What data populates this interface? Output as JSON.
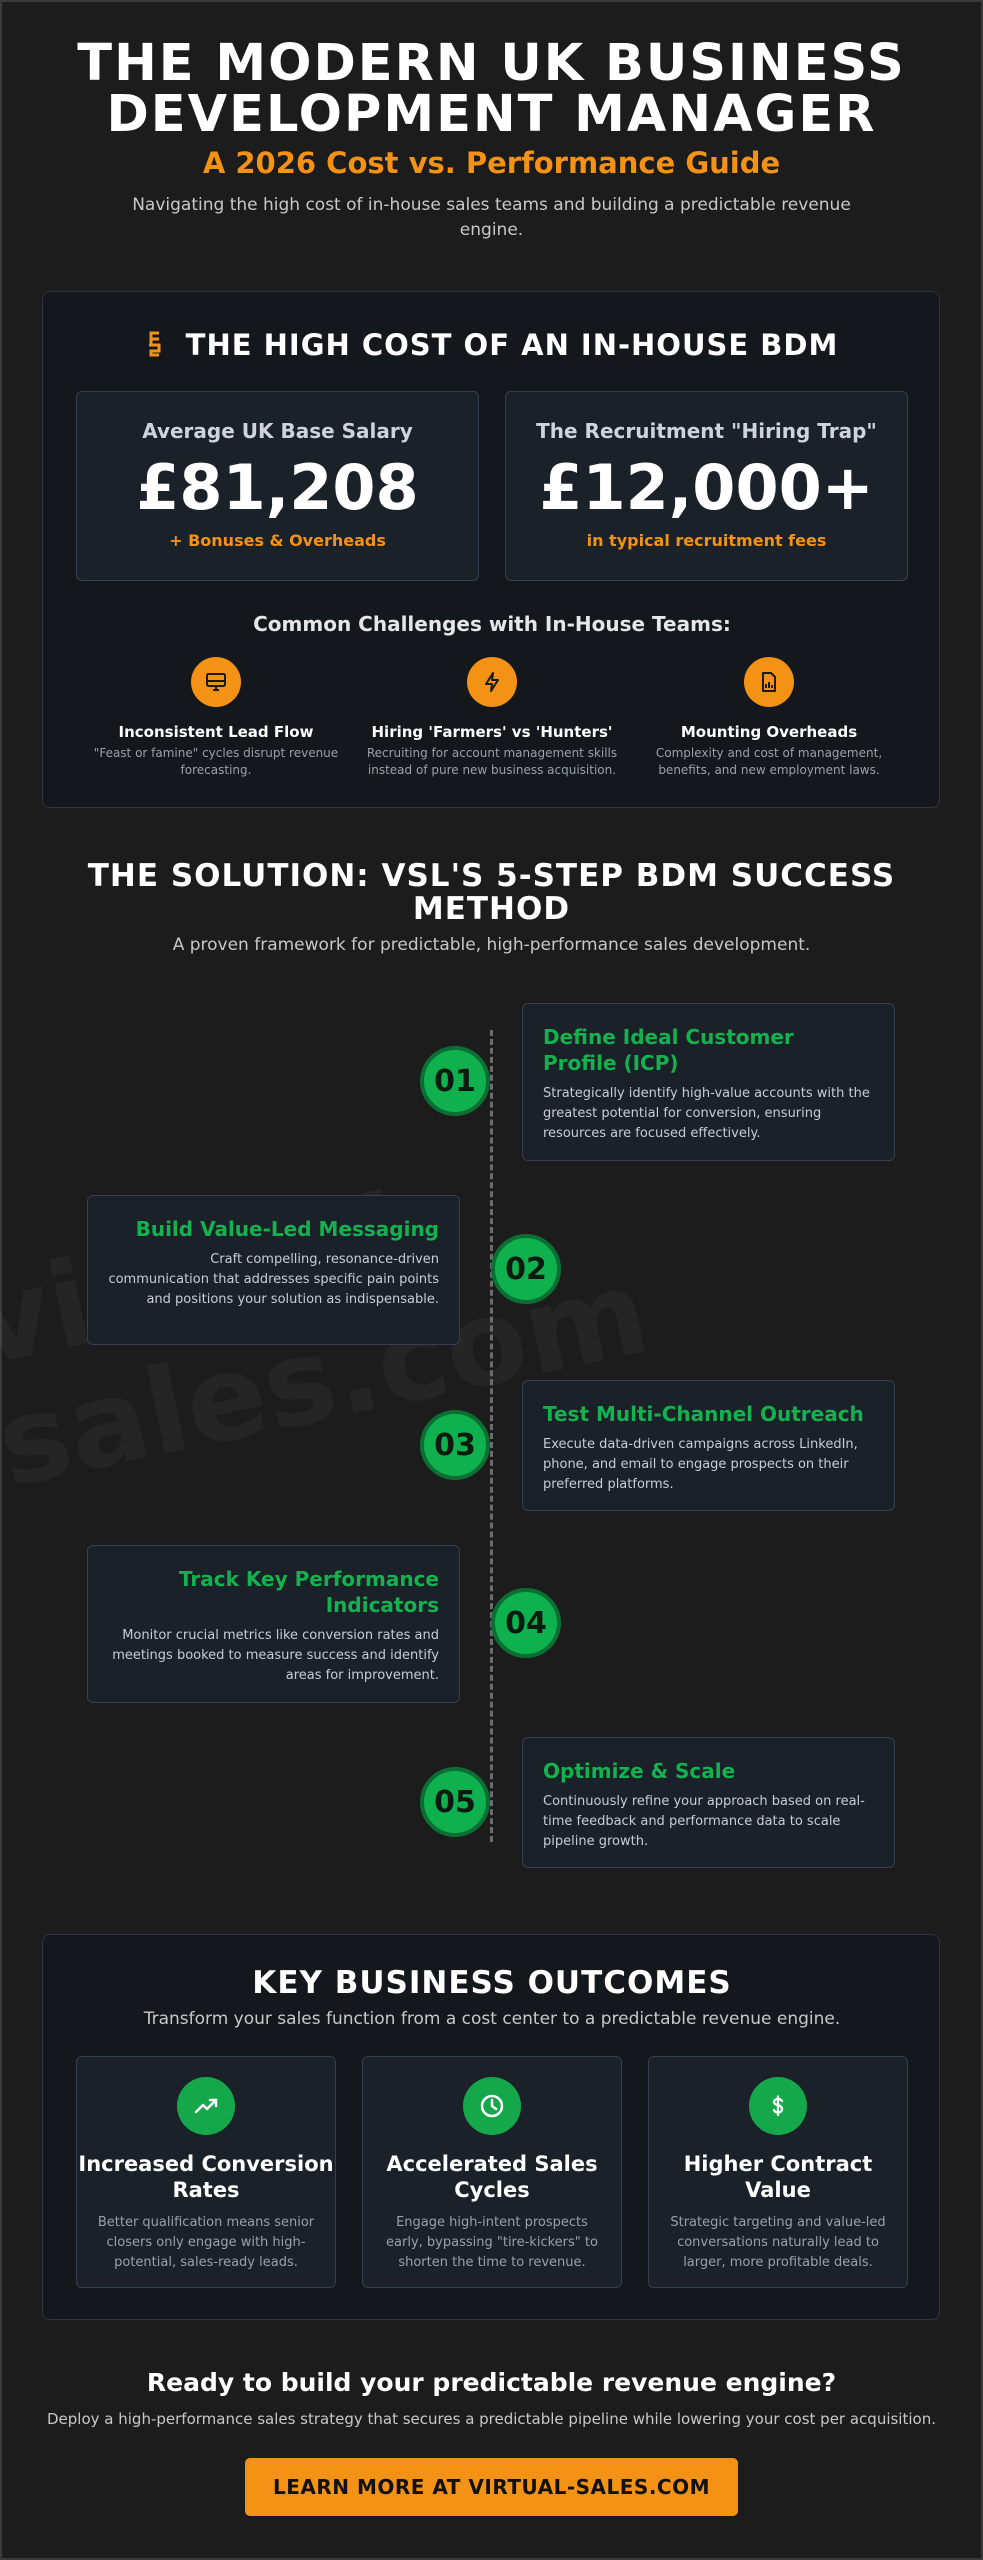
{
  "header": {
    "title_line1": "THE MODERN UK BUSINESS",
    "title_line2": "DEVELOPMENT MANAGER",
    "subtitle": "A 2026 Cost vs. Performance Guide",
    "description": "Navigating the high cost of in-house sales teams and building a predictable revenue engine."
  },
  "cost_section": {
    "heading": "THE HIGH COST OF AN IN-HOUSE BDM",
    "heading_icon": "money-icon",
    "stats": [
      {
        "label": "Average UK Base Salary",
        "value": "£81,208",
        "note": "+ Bonuses & Overheads"
      },
      {
        "label": "The Recruitment \"Hiring Trap\"",
        "value": "£12,000+",
        "note": "in typical recruitment fees"
      }
    ],
    "challenges_title": "Common Challenges with In-House Teams:",
    "challenges": [
      {
        "icon": "monitor-icon",
        "title": "Inconsistent Lead Flow",
        "desc": "\"Feast or famine\" cycles disrupt revenue forecasting."
      },
      {
        "icon": "lightning-icon",
        "title": "Hiring 'Farmers' vs 'Hunters'",
        "desc": "Recruiting for account management skills instead of pure new business acquisition."
      },
      {
        "icon": "document-chart-icon",
        "title": "Mounting Overheads",
        "desc": "Complexity and cost of management, benefits, and new employment laws."
      }
    ]
  },
  "solution": {
    "title_line1": "THE SOLUTION: VSL'S 5-STEP BDM SUCCESS",
    "title_line2": "METHOD",
    "subtitle": "A proven framework for predictable, high-performance sales development.",
    "steps": [
      {
        "number": "01",
        "title": "Define Ideal Customer Profile (ICP)",
        "desc": "Strategically identify high-value accounts with the greatest potential for conversion, ensuring resources are focused effectively."
      },
      {
        "number": "02",
        "title": "Build Value-Led Messaging",
        "desc": "Craft compelling, resonance-driven communication that addresses specific pain points and positions your solution as indispensable."
      },
      {
        "number": "03",
        "title": "Test Multi-Channel Outreach",
        "desc": "Execute data-driven campaigns across LinkedIn, phone, and email to engage prospects on their preferred platforms."
      },
      {
        "number": "04",
        "title": "Track Key Performance Indicators",
        "desc": "Monitor crucial metrics like conversion rates and meetings booked to measure success and identify areas for improvement."
      },
      {
        "number": "05",
        "title": "Optimize & Scale",
        "desc": "Continuously refine your approach based on real-time feedback and performance data to scale pipeline growth."
      }
    ]
  },
  "watermark": {
    "line1": "virtual-",
    "line2": "sales.com"
  },
  "outcomes": {
    "title": "KEY BUSINESS OUTCOMES",
    "subtitle": "Transform your sales function from a cost center to a predictable revenue engine.",
    "cards": [
      {
        "icon": "trending-up-icon",
        "title": "Increased Conversion Rates",
        "desc": "Better qualification means senior closers only engage with high-potential, sales-ready leads."
      },
      {
        "icon": "clock-icon",
        "title": "Accelerated Sales Cycles",
        "desc": "Engage high-intent prospects early, bypassing \"tire-kickers\" to shorten the time to revenue."
      },
      {
        "icon": "dollar-icon",
        "title": "Higher Contract Value",
        "desc": "Strategic targeting and value-led conversations naturally lead to larger, more profitable deals."
      }
    ]
  },
  "cta": {
    "title": "Ready to build your predictable revenue engine?",
    "description": "Deploy a high-performance sales strategy that secures a predictable pipeline while lowering your cost per acquisition.",
    "button_label": "LEARN MORE AT VIRTUAL-SALES.COM"
  },
  "colors": {
    "background": "#1c1c1c",
    "accent_orange": "#f39214",
    "accent_green": "#14b14f",
    "card": "#1b2129"
  }
}
